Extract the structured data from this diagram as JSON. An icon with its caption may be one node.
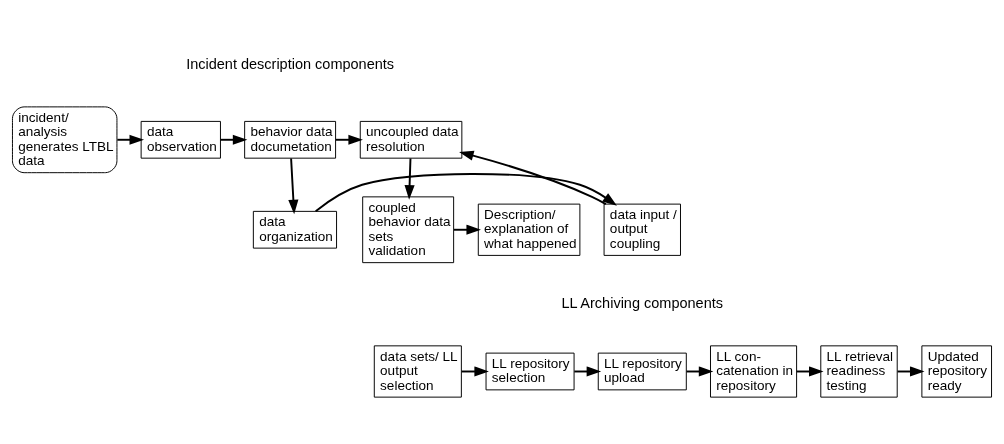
{
  "diagram": {
    "nodes": [
      {
        "text": [
          "incident/ analysis generates LTBL data"
        ]
      },
      {
        "text": [
          "data observation"
        ]
      },
      {
        "text": [
          "behavior data documetation"
        ]
      },
      {
        "text": [
          "uncoupled data resolution"
        ]
      },
      {
        "text": [
          "data organization"
        ]
      },
      {
        "text": [
          "data input / output coupling"
        ]
      },
      {
        "text": [
          "coupled behavior data sets validation"
        ]
      },
      {
        "text": [
          "Description/ explanation of what happened"
        ]
      },
      {
        "text": [
          "data sets/ LL output selection"
        ]
      },
      {
        "text": [
          "LL repository selection"
        ]
      },
      {
        "text": [
          "LL repository upload"
        ]
      },
      {
        "text": [
          "LL con- catenation in repository"
        ]
      },
      {
        "text": [
          "LL retrieval readiness testing"
        ]
      },
      {
        "text": [
          "Updated repository ready"
        ]
      }
    ],
    "edges": [
      {
        "from": 0,
        "to": 1,
        "arrow": "to"
      },
      {
        "from": 1,
        "to": 2,
        "arrow": "to"
      },
      {
        "from": 2,
        "to": 3,
        "arrow": "to"
      },
      {
        "from": 2,
        "to": 4,
        "arrow": "to"
      },
      {
        "from": 4,
        "to": 5,
        "arrow": "to"
      },
      {
        "from": 5,
        "to": 3,
        "arrow": "to"
      },
      {
        "from": 3,
        "to": 6,
        "arrow": "to"
      },
      {
        "from": 6,
        "to": 7,
        "arrow": "to"
      },
      {
        "from": 8,
        "to": 9,
        "arrow": "to"
      },
      {
        "from": 9,
        "to": 10,
        "arrow": "to"
      },
      {
        "from": 10,
        "to": 11,
        "arrow": "to"
      },
      {
        "from": 11,
        "to": 12,
        "arrow": "to"
      },
      {
        "from": 12,
        "to": 13,
        "arrow": "to"
      }
    ],
    "labels": [
      "Incident description components",
      "LL Archiving components"
    ]
  }
}
